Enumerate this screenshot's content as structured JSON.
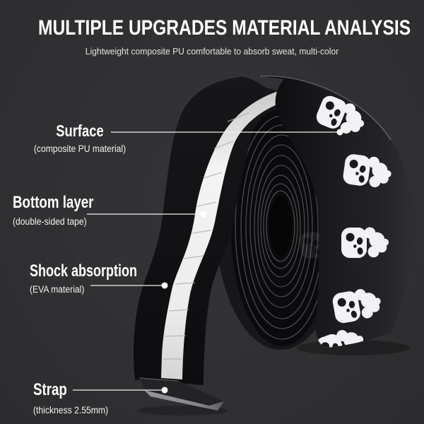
{
  "page": {
    "background": "#2f2f31"
  },
  "header": {
    "title": "MULTIPLE UPGRADES MATERIAL ANALYSIS",
    "subtitle": "Lightweight composite PU comfortable to absorb sweat, multi-color"
  },
  "callouts": [
    {
      "label": "Surface",
      "sublabel": "(composite PU material)"
    },
    {
      "label": "Bottom layer",
      "sublabel": "(double-sided tape)"
    },
    {
      "label": "Shock absorption",
      "sublabel": "(EVA material)"
    },
    {
      "label": "Strap",
      "sublabel": "(thickness 2.55mm)"
    }
  ],
  "product": {
    "description": "Coiled skull-print grip tape shown edge-on with layers exposed",
    "icon": "skull-print-icon",
    "colors": {
      "band_dark": "#1b1b1e",
      "tape_white": "#efefef",
      "skull_white": "#f2f2f4",
      "strap_gray": "#8e8e92",
      "callout_line": "#f0f0f0"
    }
  }
}
